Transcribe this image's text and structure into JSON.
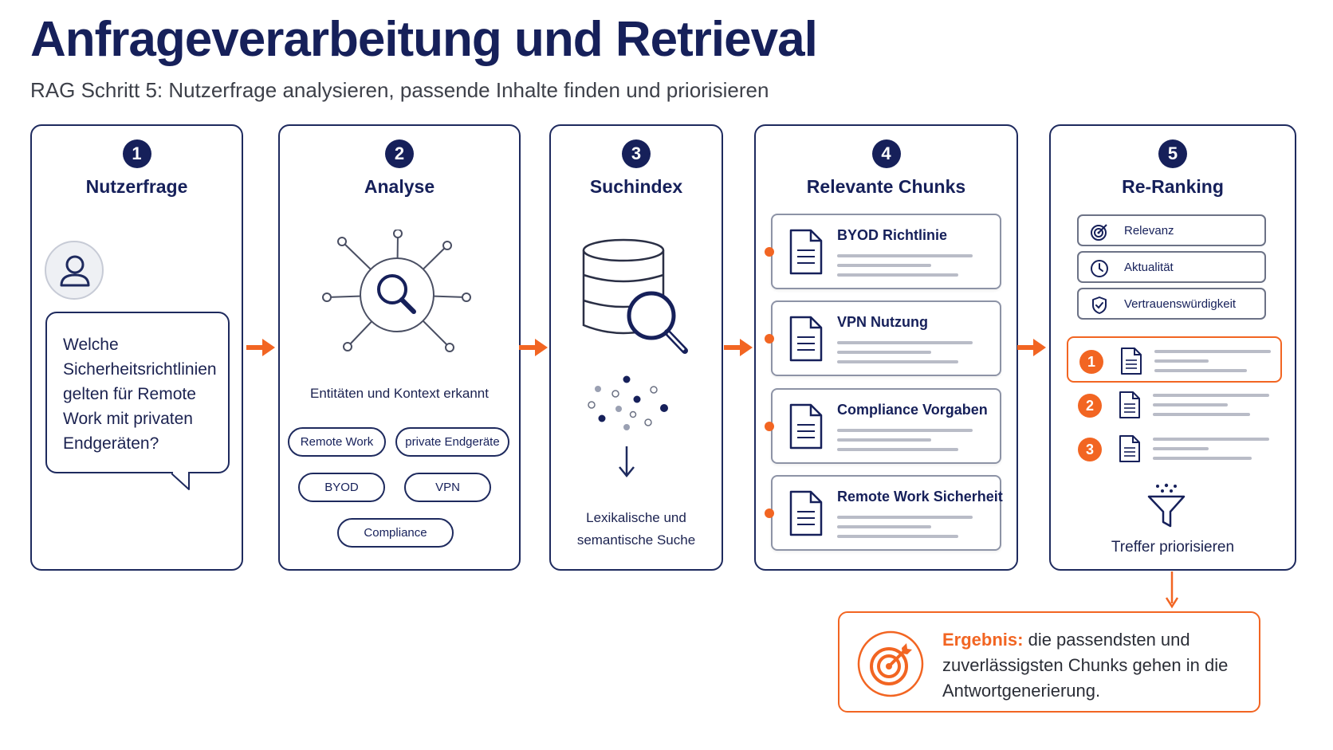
{
  "header": {
    "title": "Anfrageverarbeitung und Retrieval",
    "subtitle": "RAG Schritt 5: Nutzerfrage analysieren, passende Inhalte finden und priorisieren"
  },
  "colors": {
    "navy": "#16205a",
    "accent": "#f26522",
    "gray": "#b9bcc7"
  },
  "steps": [
    {
      "number": "1",
      "title": "Nutzerfrage",
      "question": "Welche Sicherheitsrichtlinien gelten für Remote Work mit privaten Endgeräten?"
    },
    {
      "number": "2",
      "title": "Analyse",
      "caption": "Entitäten und Kontext erkannt",
      "entities": [
        "Remote Work",
        "private Endgeräte",
        "BYOD",
        "VPN",
        "Compliance"
      ]
    },
    {
      "number": "3",
      "title": "Suchindex",
      "caption": "Lexikalische und semantische Suche"
    },
    {
      "number": "4",
      "title": "Relevante Chunks",
      "chunks": [
        "BYOD Richtlinie",
        "VPN Nutzung",
        "Compliance Vorgaben",
        "Remote Work Sicherheit"
      ]
    },
    {
      "number": "5",
      "title": "Re-Ranking",
      "criteria": [
        "Relevanz",
        "Aktualität",
        "Vertrauenswürdigkeit"
      ],
      "ranks": [
        "1",
        "2",
        "3"
      ],
      "caption": "Treffer priorisieren"
    }
  ],
  "result": {
    "label": "Ergebnis:",
    "text": " die passendsten und zuverlässigsten Chunks gehen in die Antwortgenerierung."
  },
  "icons": [
    "user-icon",
    "search-network-icon",
    "database-search-icon",
    "document-icon",
    "target-icon",
    "clock-icon",
    "shield-check-icon",
    "funnel-icon",
    "arrow-right-icon",
    "arrow-down-icon"
  ]
}
